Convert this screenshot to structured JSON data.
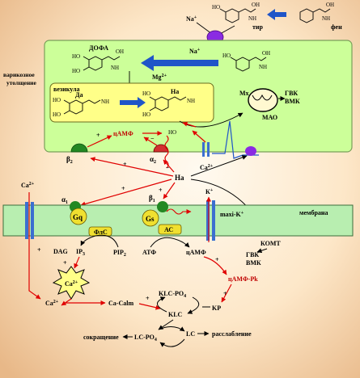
{
  "top_pathway": {
    "na": "Na",
    "na_sup": "+",
    "tyr": "тир",
    "phe": "фен"
  },
  "varicosity": {
    "side_label": [
      "варикозное",
      "утолщение"
    ],
    "dopa": "ДОФА",
    "mg": "Mg",
    "mg_sup": "2+",
    "na_in": "Na",
    "na_in_sup": "+",
    "vesicle_label": "везикула",
    "da": "Да",
    "na_ves": "На",
    "mx": "Mx",
    "mao": "МАО",
    "gvk": "ГВК",
    "vmk": "ВМК",
    "camp": "цАМФ",
    "beta2": "β",
    "beta2_sub": "2",
    "alpha2": "α",
    "alpha2_sub": "2",
    "ca": "Ca",
    "ca_sup": "2+",
    "plus": "+",
    "minus": "−"
  },
  "cleft": {
    "na": "На"
  },
  "membrane": {
    "label": "мембрана",
    "alpha1": "α",
    "alpha1_sub": "1",
    "beta1": "β",
    "beta1_sub": "1",
    "gq": "Gq",
    "gs": "Gs",
    "plc": "ФлС",
    "ac": "АС",
    "k": "К",
    "k_sup": "+",
    "maxi_k": "maxi-K",
    "maxi_k_sup": "+",
    "ca_left": "Ca",
    "ca_left_sup": "2+"
  },
  "cell": {
    "dag": "DAG",
    "ip3": "IP",
    "ip3_sub": "3",
    "pip2": "PIP",
    "pip2_sub": "2",
    "atf": "АТФ",
    "camp": "цАМФ",
    "ca_store": "Ca",
    "ca_store_sup": "2+",
    "komt": "КОМТ",
    "gvk": "ГВК",
    "vmk": "ВМК",
    "camp_pk": "цАМФ-Pk",
    "ca_cyto": "Ca",
    "ca_cyto_sup": "2+",
    "ca_calm": "Ca-Calm",
    "klc_po4": "KLC-PO",
    "klc_po4_sub": "4",
    "klc": "KLC",
    "kp": "KP",
    "lc_po4": "LC-PO",
    "lc_po4_sub": "4",
    "lc": "LC",
    "contraction": "сокращение",
    "relaxation": "расслабление"
  },
  "colors": {
    "background_center": "#fffaf0",
    "background_edge": "#e8b888",
    "compartment": "#ccff99",
    "compartment_stroke": "#7aa05a",
    "vesicle": "#ffff88",
    "membrane": "#b8eeb0",
    "arrow_red": "#e00000",
    "arrow_blue": "#1f55c8",
    "receptor": "#228822",
    "enzyme": "#f0e030",
    "transporter": "#8a2be2",
    "channel": "#3b6fd0"
  }
}
